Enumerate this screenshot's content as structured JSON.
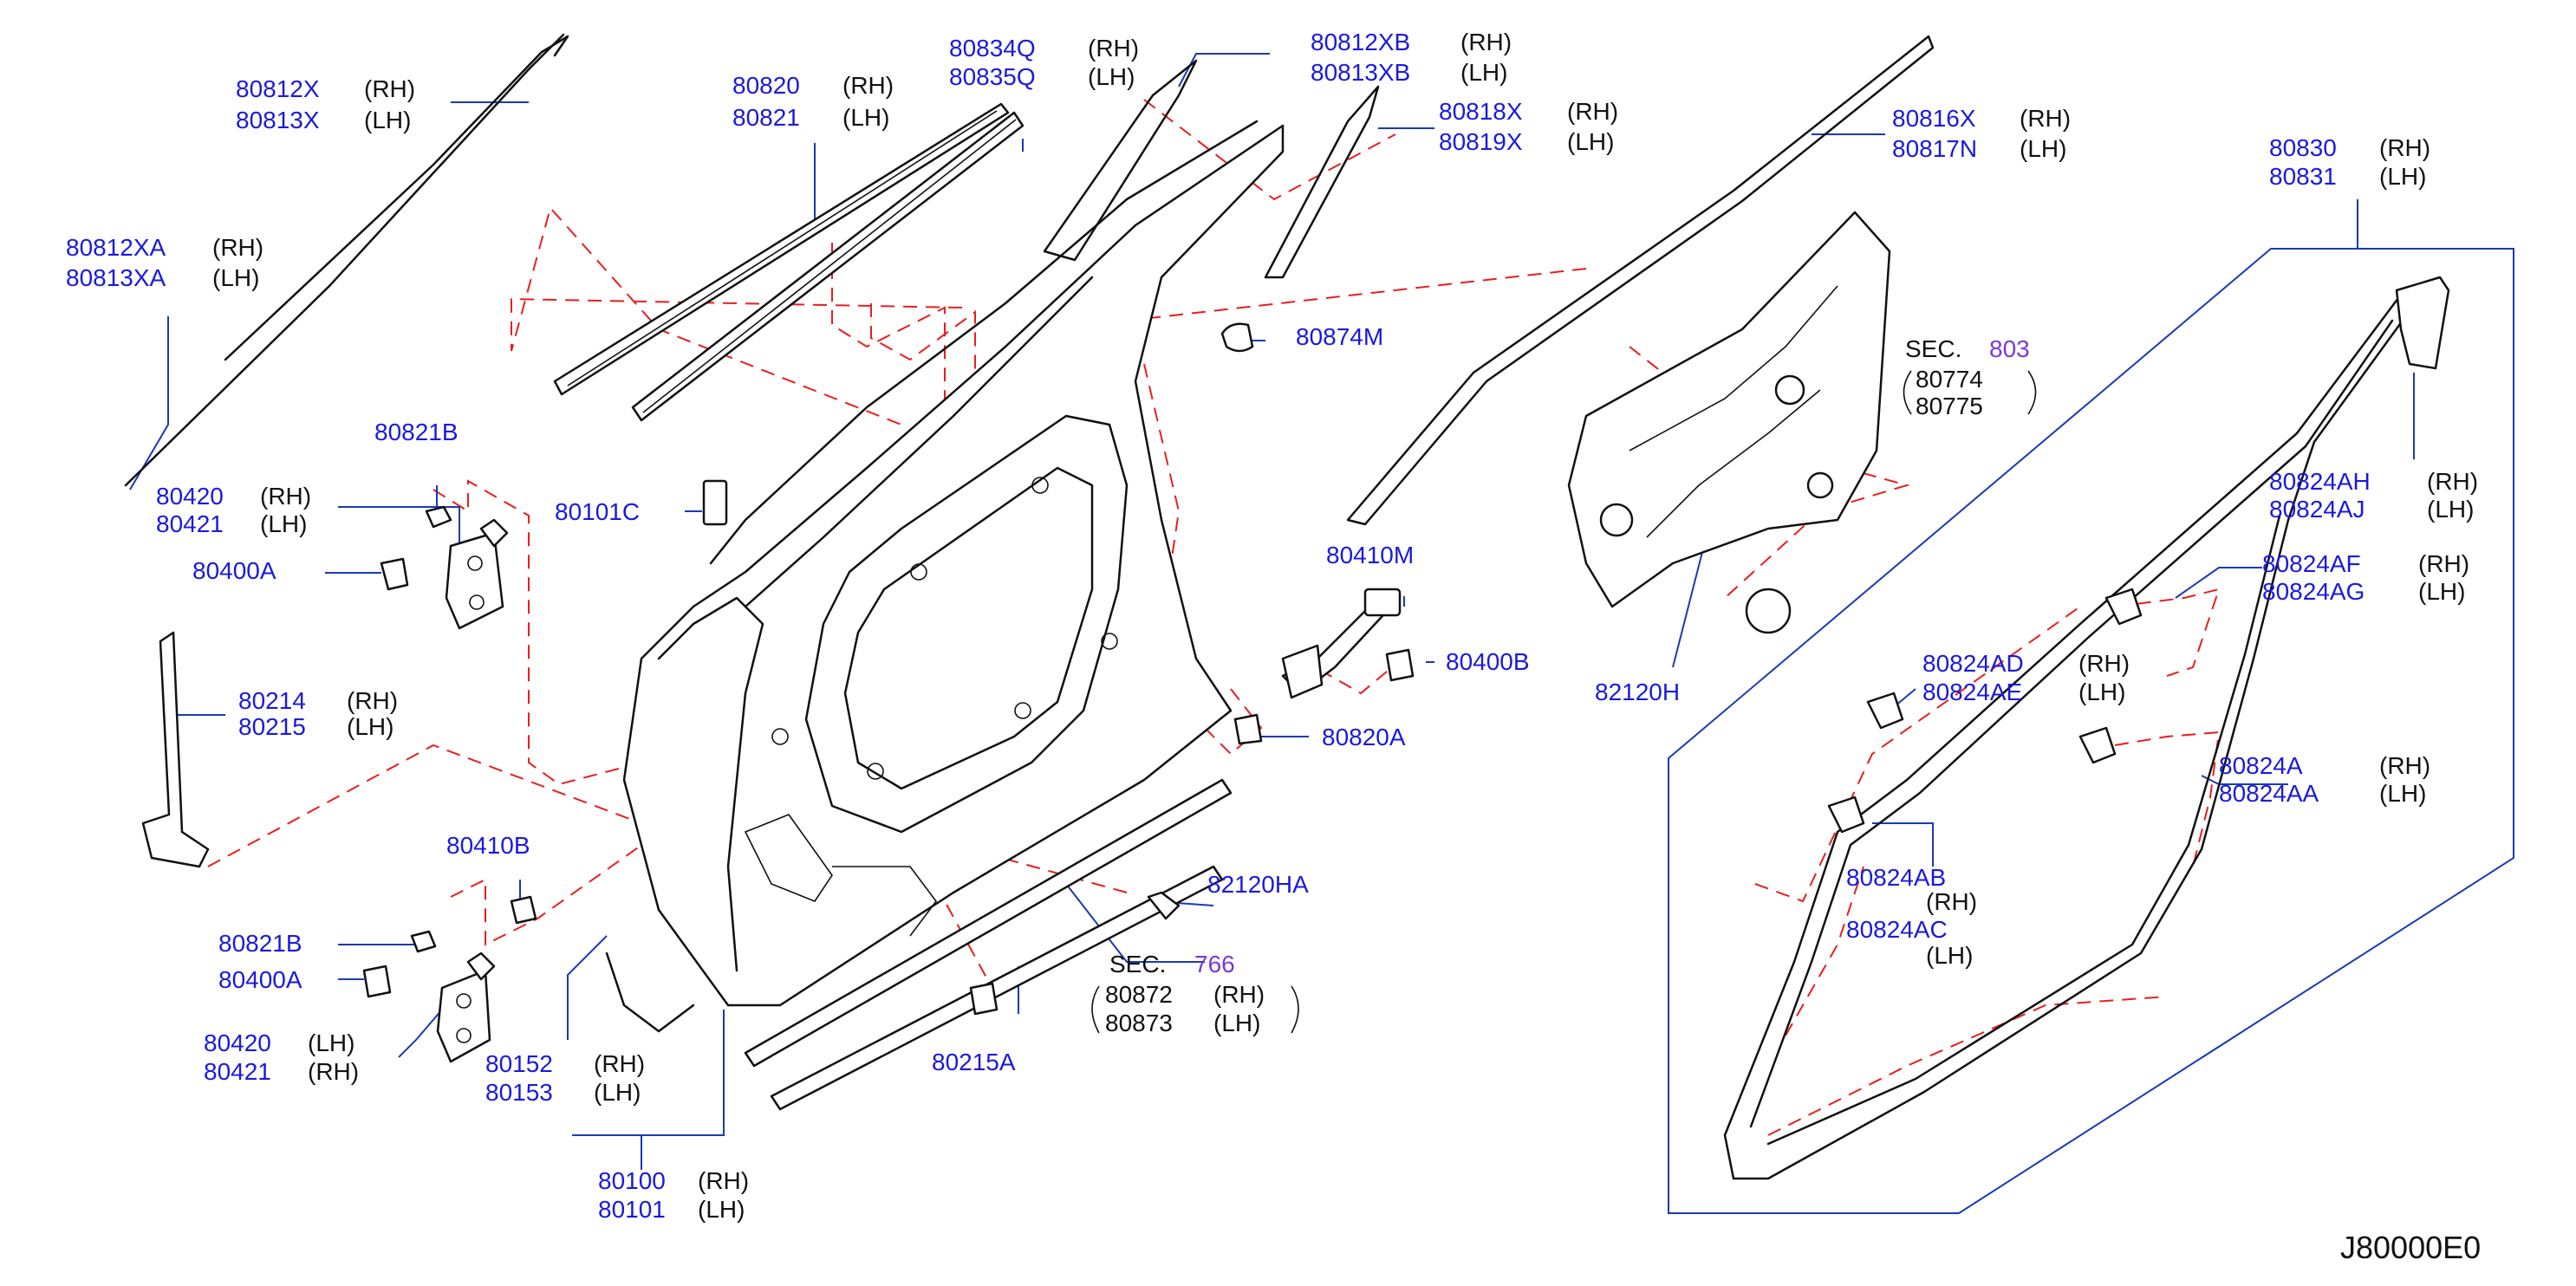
{
  "diagram_code": "J80000E0",
  "labels": {
    "l80812x": {
      "num": "80812X",
      "side": "(RH)"
    },
    "l80813x": {
      "num": "80813X",
      "side": "(LH)"
    },
    "l80812xa": {
      "num": "80812XA",
      "side": "(RH)"
    },
    "l80813xa": {
      "num": "80813XA",
      "side": "(LH)"
    },
    "l80820": {
      "num": "80820",
      "side": "(RH)"
    },
    "l80821": {
      "num": "80821",
      "side": "(LH)"
    },
    "l80834q": {
      "num": "80834Q",
      "side": "(RH)"
    },
    "l80835q": {
      "num": "80835Q",
      "side": "(LH)"
    },
    "l80812xb": {
      "num": "80812XB",
      "side": "(RH)"
    },
    "l80813xb": {
      "num": "80813XB",
      "side": "(LH)"
    },
    "l80818x": {
      "num": "80818X",
      "side": "(RH)"
    },
    "l80819x": {
      "num": "80819X",
      "side": "(LH)"
    },
    "l80816x": {
      "num": "80816X",
      "side": "(RH)"
    },
    "l80817n": {
      "num": "80817N",
      "side": "(LH)"
    },
    "l80830": {
      "num": "80830",
      "side": "(RH)"
    },
    "l80831": {
      "num": "80831",
      "side": "(LH)"
    },
    "l80874m": {
      "num": "80874M"
    },
    "l80821b_a": {
      "num": "80821B"
    },
    "l80420_a": {
      "num": "80420",
      "side": "(RH)"
    },
    "l80421_a": {
      "num": "80421",
      "side": "(LH)"
    },
    "l80101c": {
      "num": "80101C"
    },
    "l80400a_a": {
      "num": "80400A"
    },
    "l80214": {
      "num": "80214",
      "side": "(RH)"
    },
    "l80215": {
      "num": "80215",
      "side": "(LH)"
    },
    "l80410m": {
      "num": "80410M"
    },
    "l80400b": {
      "num": "80400B"
    },
    "l80820a": {
      "num": "80820A"
    },
    "l82120h": {
      "num": "82120H"
    },
    "l80410b": {
      "num": "80410B"
    },
    "l80821b_b": {
      "num": "80821B"
    },
    "l80400a_b": {
      "num": "80400A"
    },
    "l80420_b": {
      "num": "80420",
      "side": "(LH)"
    },
    "l80421_b": {
      "num": "80421",
      "side": "(RH)"
    },
    "l80152": {
      "num": "80152",
      "side": "(RH)"
    },
    "l80153": {
      "num": "80153",
      "side": "(LH)"
    },
    "l80100": {
      "num": "80100",
      "side": "(RH)"
    },
    "l80101": {
      "num": "80101",
      "side": "(LH)"
    },
    "l82120ha": {
      "num": "82120HA"
    },
    "l80215a": {
      "num": "80215A"
    },
    "l80824ah": {
      "num": "80824AH",
      "side": "(RH)"
    },
    "l80824aj": {
      "num": "80824AJ",
      "side": "(LH)"
    },
    "l80824af": {
      "num": "80824AF",
      "side": "(RH)"
    },
    "l80824ag": {
      "num": "80824AG",
      "side": "(LH)"
    },
    "l80824ad": {
      "num": "80824AD",
      "side": "(RH)"
    },
    "l80824ae": {
      "num": "80824AE",
      "side": "(LH)"
    },
    "l80824a": {
      "num": "80824A",
      "side": "(RH)"
    },
    "l80824aa": {
      "num": "80824AA",
      "side": "(LH)"
    },
    "l80824ab": {
      "num": "80824AB",
      "side": "(RH)"
    },
    "l80824ac": {
      "num": "80824AC",
      "side": "(LH)"
    }
  },
  "sections": {
    "sec803": {
      "label": "SEC.",
      "ref": "803",
      "items": [
        "80774",
        "80775"
      ]
    },
    "sec766": {
      "label": "SEC.",
      "ref": "766",
      "items": [
        {
          "num": "80872",
          "side": "(RH)"
        },
        {
          "num": "80873",
          "side": "(LH)"
        }
      ]
    }
  },
  "colors": {
    "part_number": "#1a1adc",
    "section_ref": "#7a3ad6",
    "leader_line": "#1a3ab4",
    "dashed_assembly_line": "#e81e1e",
    "part_outline": "#111111"
  }
}
